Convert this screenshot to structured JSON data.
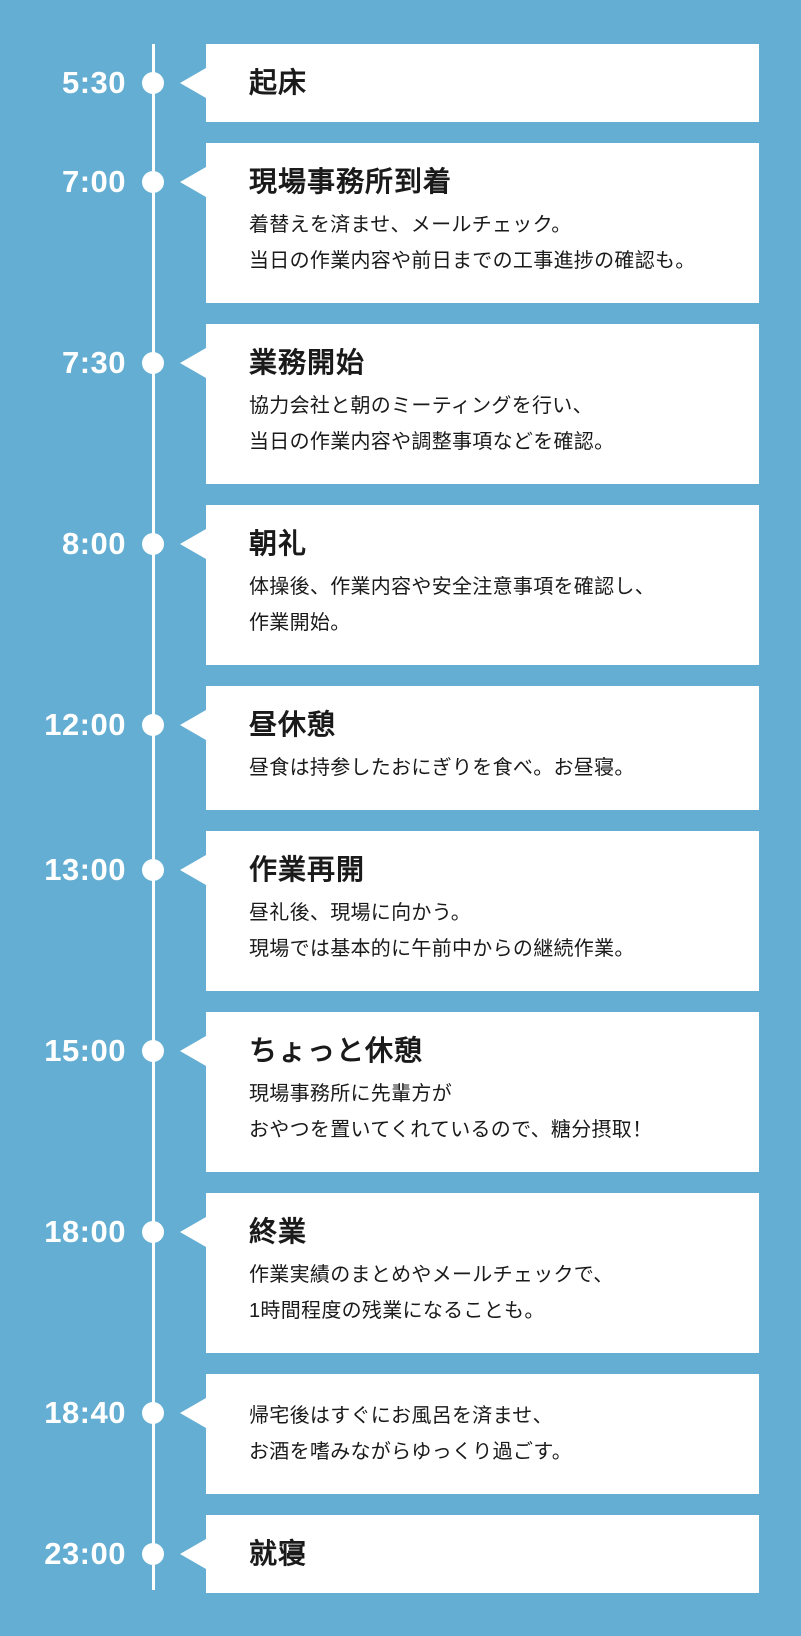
{
  "colors": {
    "background": "#63aed2",
    "card": "#ffffff",
    "line": "#ffffff",
    "time_text": "#ffffff",
    "card_text": "#1a1a1a"
  },
  "timeline": {
    "items": [
      {
        "time": "5:30",
        "title": "起床",
        "desc": []
      },
      {
        "time": "7:00",
        "title": "現場事務所到着",
        "desc": [
          "着替えを済ませ、メールチェック。",
          "当日の作業内容や前日までの工事進捗の確認も。"
        ]
      },
      {
        "time": "7:30",
        "title": "業務開始",
        "desc": [
          "協力会社と朝のミーティングを行い、",
          "当日の作業内容や調整事項などを確認。"
        ]
      },
      {
        "time": "8:00",
        "title": "朝礼",
        "desc": [
          "体操後、作業内容や安全注意事項を確認し、",
          "作業開始。"
        ]
      },
      {
        "time": "12:00",
        "title": "昼休憩",
        "desc": [
          "昼食は持参したおにぎりを食べ。お昼寝。"
        ]
      },
      {
        "time": "13:00",
        "title": "作業再開",
        "desc": [
          "昼礼後、現場に向かう。",
          "現場では基本的に午前中からの継続作業。"
        ]
      },
      {
        "time": "15:00",
        "title": "ちょっと休憩",
        "desc": [
          "現場事務所に先輩方が",
          "おやつを置いてくれているので、糖分摂取！"
        ]
      },
      {
        "time": "18:00",
        "title": "終業",
        "desc": [
          "作業実績のまとめやメールチェックで、",
          "1時間程度の残業になることも。"
        ]
      },
      {
        "time": "18:40",
        "title": "",
        "desc": [
          "帰宅後はすぐにお風呂を済ませ、",
          "お酒を嗜みながらゆっくり過ごす。"
        ]
      },
      {
        "time": "23:00",
        "title": "就寝",
        "desc": []
      }
    ]
  }
}
